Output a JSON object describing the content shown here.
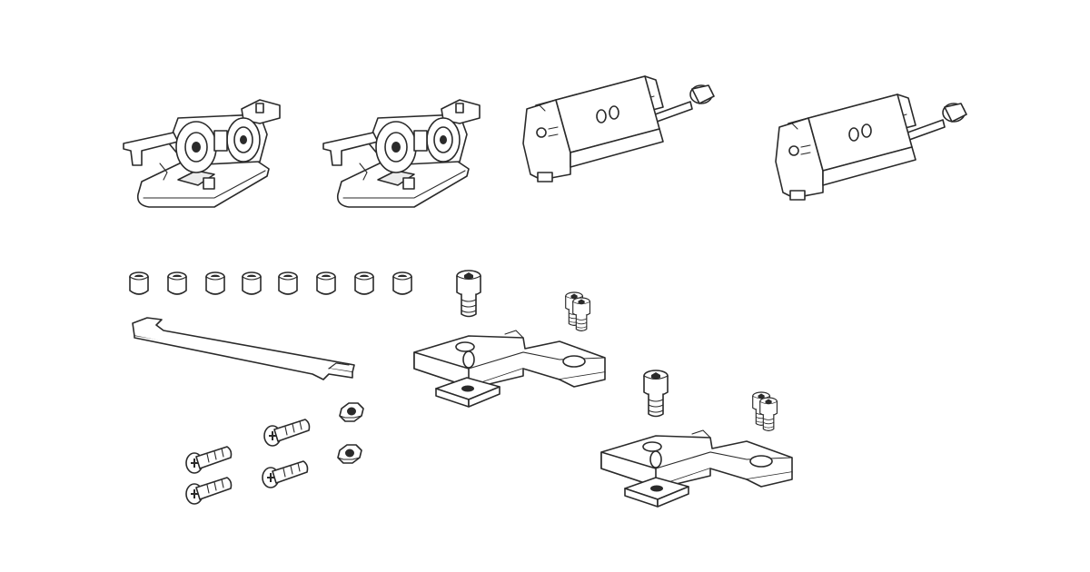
{
  "diagram": {
    "kind": "exploded parts illustration",
    "line_color": "#2a2a2a",
    "background": "#ffffff",
    "components": [
      {
        "part": "roller-carriage",
        "count": 2
      },
      {
        "part": "soft-close-damper",
        "count": 2
      },
      {
        "part": "spacer-sleeve",
        "count": 8
      },
      {
        "part": "spanner-wrench",
        "count": 1
      },
      {
        "part": "mounting-bracket",
        "count": 2
      },
      {
        "part": "square-washer",
        "count": 2
      },
      {
        "part": "socket-head-bolt",
        "count": 6
      },
      {
        "part": "phillips-screw",
        "count": 4
      },
      {
        "part": "hex-nut",
        "count": 2
      }
    ]
  }
}
